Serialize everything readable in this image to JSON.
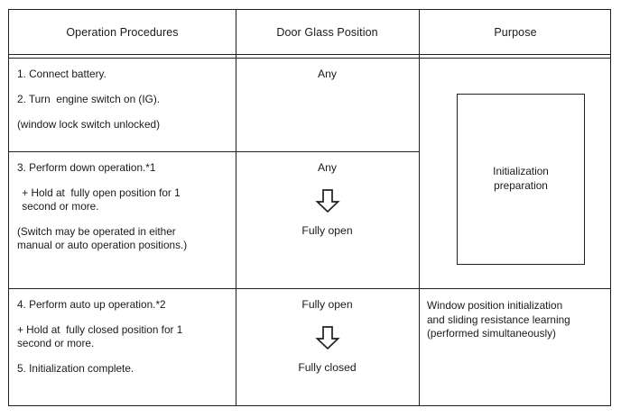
{
  "table": {
    "headers": [
      {
        "label": "Operation Procedures"
      },
      {
        "label": "Door Glass Position"
      },
      {
        "label": "Purpose"
      }
    ],
    "rows": [
      {
        "procedures": [
          "1. Connect battery.",
          "2. Turn  engine switch on (IG).",
          "(window lock switch unlocked)"
        ],
        "position": {
          "from": "Any",
          "arrow": "down-arrow-outline",
          "to": ""
        }
      },
      {
        "procedures": [
          "3. Perform down operation.*1",
          " + Hold at  fully open position for 1\n second or more.",
          "(Switch may be operated in either\nmanual or auto operation positions.)"
        ],
        "position": {
          "from": "Any",
          "arrow": "down-arrow-outline",
          "to": "Fully open"
        }
      },
      {
        "procedures": [
          "4. Perform auto up operation.*2",
          "+ Hold at  fully closed position for 1\nsecond or more.",
          "5. Initialization complete."
        ],
        "position": {
          "from": "Fully open",
          "arrow": "down-arrow-outline",
          "to": "Fully closed"
        }
      }
    ],
    "purpose": {
      "merged_box_text": "Initialization\npreparation",
      "row3_text": "Window position initialization\nand sliding resistance learning\n(performed simultaneously)"
    }
  },
  "colors": {
    "line": "#231f20",
    "text": "#1a1a1a",
    "background": "#ffffff"
  }
}
